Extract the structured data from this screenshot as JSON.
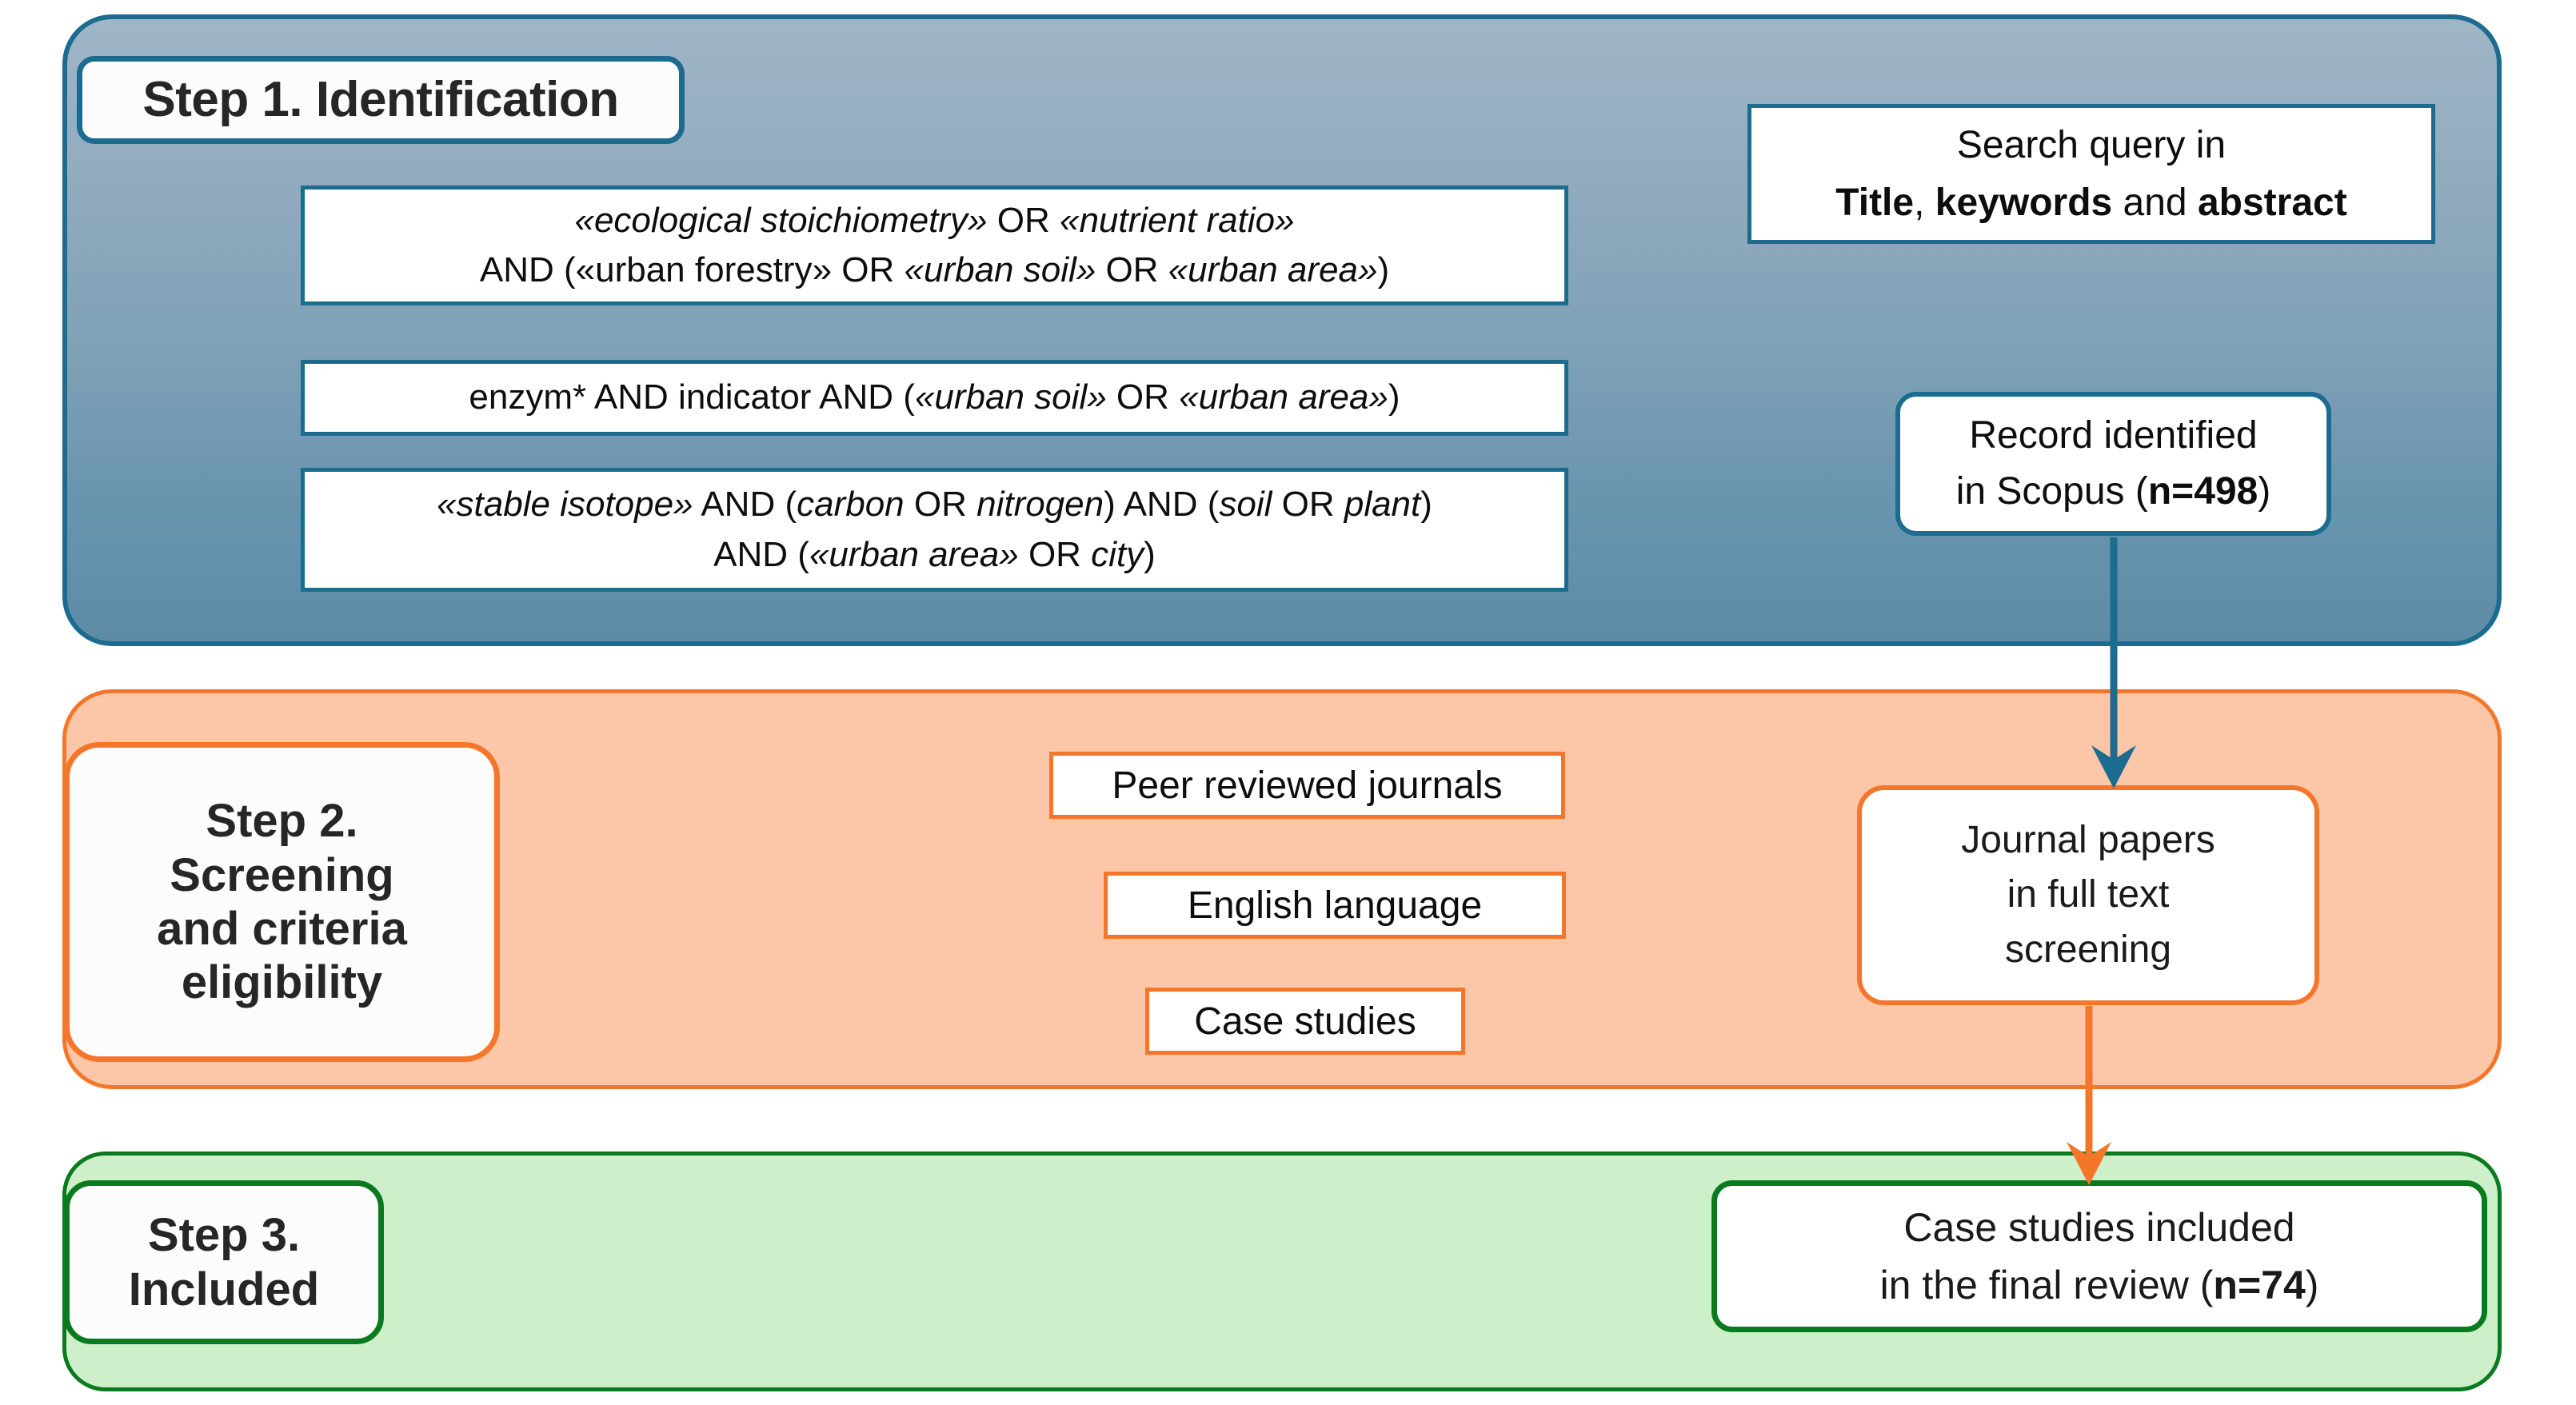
{
  "diagram": {
    "title": "PRISMA literature selection flow",
    "colors": {
      "step1_border": "#1C6C8F",
      "step1_fill_top": "#9FB6C7",
      "step1_fill_bottom": "#5D8CA7",
      "step2_border": "#F4762A",
      "step2_fill": "#FCC6A8",
      "step3_border": "#0A7A1E",
      "step3_fill": "#CDF0CA",
      "box_fill": "#FFFFFF",
      "text": "#0D0D0D"
    }
  },
  "step1": {
    "label": "Step 1. Identification",
    "queries": [
      {
        "line1": [
          {
            "t": "«ecological stoichiometry»",
            "style": "italic"
          },
          {
            "t": " OR ",
            "style": "normal"
          },
          {
            "t": "«nutrient ratio»",
            "style": "italic"
          }
        ],
        "line2": [
          {
            "t": "AND  («urban forestry» OR ",
            "style": "normal"
          },
          {
            "t": "«urban soil»",
            "style": "italic"
          },
          {
            "t": " OR ",
            "style": "normal"
          },
          {
            "t": "«urban area»",
            "style": "italic"
          },
          {
            "t": ")",
            "style": "normal"
          }
        ]
      },
      {
        "line1": [
          {
            "t": "enzym* AND  indicator  AND (",
            "style": "normal"
          },
          {
            "t": "«urban soil»",
            "style": "italic"
          },
          {
            "t": " OR ",
            "style": "normal"
          },
          {
            "t": "«urban area»",
            "style": "italic"
          },
          {
            "t": ")",
            "style": "normal"
          }
        ]
      },
      {
        "line1": [
          {
            "t": "«stable isotope»",
            "style": "italic"
          },
          {
            "t": " AND (",
            "style": "normal"
          },
          {
            "t": "carbon",
            "style": "italic"
          },
          {
            "t": " OR ",
            "style": "normal"
          },
          {
            "t": "nitrogen",
            "style": "italic"
          },
          {
            "t": ") AND (",
            "style": "normal"
          },
          {
            "t": "soil",
            "style": "italic"
          },
          {
            "t": " OR ",
            "style": "normal"
          },
          {
            "t": "plant",
            "style": "italic"
          },
          {
            "t": ")",
            "style": "normal"
          }
        ],
        "line2": [
          {
            "t": "AND (",
            "style": "normal"
          },
          {
            "t": "«urban area»",
            "style": "italic"
          },
          {
            "t": " OR ",
            "style": "normal"
          },
          {
            "t": "city",
            "style": "italic"
          },
          {
            "t": ")",
            "style": "normal"
          }
        ]
      }
    ],
    "search_query_box": {
      "line1": [
        {
          "t": "Search query in",
          "style": "normal"
        }
      ],
      "line2": [
        {
          "t": "Title",
          "style": "bold"
        },
        {
          "t": ", ",
          "style": "normal"
        },
        {
          "t": "keywords",
          "style": "bold"
        },
        {
          "t": " and ",
          "style": "normal"
        },
        {
          "t": "abstract",
          "style": "bold"
        }
      ]
    },
    "record_box": {
      "line1": [
        {
          "t": "Record identified",
          "style": "normal"
        }
      ],
      "line2": [
        {
          "t": "in Scopus (",
          "style": "normal"
        },
        {
          "t": "n=498",
          "style": "bold"
        },
        {
          "t": ")",
          "style": "normal"
        }
      ],
      "count": 498
    }
  },
  "step2": {
    "label_lines": [
      "Step 2.",
      "Screening",
      "and criteria",
      "eligibility"
    ],
    "criteria": [
      "Peer reviewed journals",
      "English language",
      "Case studies"
    ],
    "journal_box": {
      "lines": [
        "Journal papers",
        "in full text",
        "screening"
      ]
    }
  },
  "step3": {
    "label_lines": [
      "Step 3.",
      "Included"
    ],
    "final_box": {
      "line1": [
        {
          "t": "Case studies included",
          "style": "normal"
        }
      ],
      "line2": [
        {
          "t": "in the final review (",
          "style": "normal"
        },
        {
          "t": "n=74",
          "style": "bold"
        },
        {
          "t": ")",
          "style": "normal"
        }
      ],
      "count": 74
    }
  },
  "arrows": [
    {
      "name": "record-to-journal",
      "color": "#1C6C8F",
      "from": "record-identified-box",
      "to": "journal-papers-box"
    },
    {
      "name": "journal-to-final",
      "color": "#F4762A",
      "from": "journal-papers-box",
      "to": "final-review-box"
    }
  ]
}
